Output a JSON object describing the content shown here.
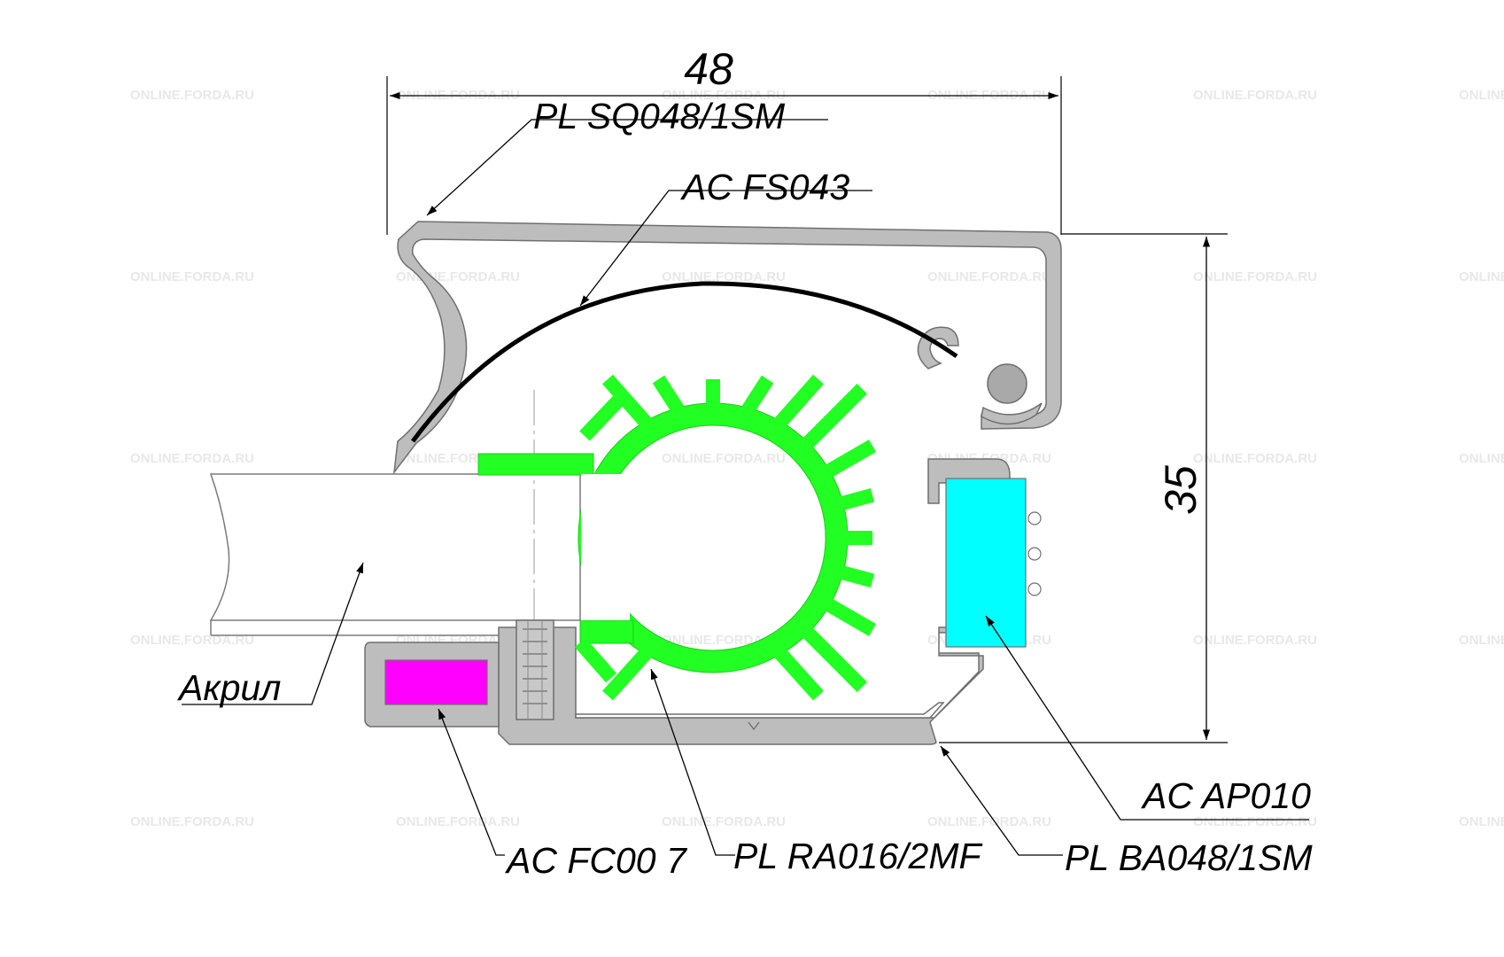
{
  "dimensions": {
    "width_label": "48",
    "height_label": "35"
  },
  "callouts": {
    "top_profile": "PL SQ048/1SM",
    "flex_strip": "AC FS043",
    "acrylic": "Акрил",
    "right_insert": "AC AP010",
    "left_insert": "AC FC00 7",
    "led_profile": "PL RA016/2MF",
    "base_profile": "PL BA048/1SM"
  },
  "watermark": "ONLINE.FORDA.RU",
  "colors": {
    "profile_gray": "#bdbdbd",
    "outline": "#6f6f6f",
    "led_green": "#22ff22",
    "insert_cyan": "#00ffff",
    "insert_magenta": "#ff00ff",
    "strip_black": "#000000"
  }
}
